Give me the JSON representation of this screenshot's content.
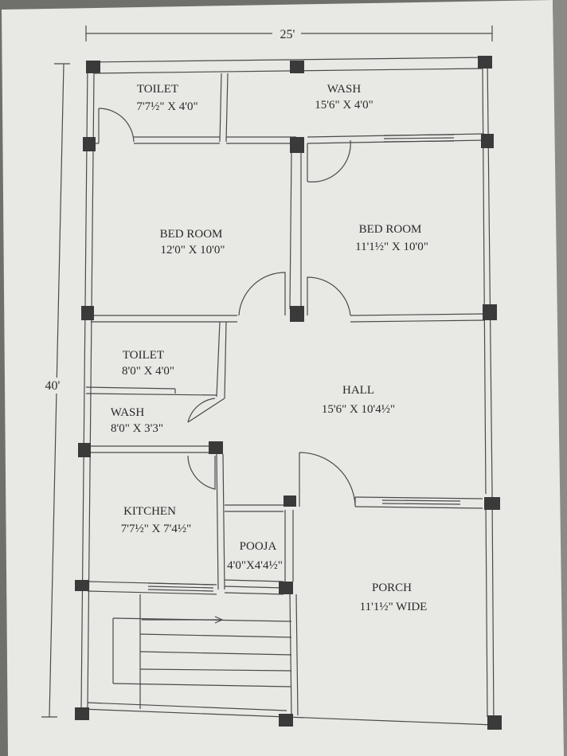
{
  "plan": {
    "overall_width": "25'",
    "overall_depth": "40'",
    "rooms": {
      "toilet_top": {
        "name": "TOILET",
        "size": "7'7½\" X 4'0\""
      },
      "wash_top": {
        "name": "WASH",
        "size": "15'6\" X 4'0\""
      },
      "bedroom_left": {
        "name": "BED ROOM",
        "size": "12'0\" X 10'0\""
      },
      "bedroom_right": {
        "name": "BED ROOM",
        "size": "11'1½\" X 10'0\""
      },
      "toilet_mid": {
        "name": "TOILET",
        "size": "8'0\" X 4'0\""
      },
      "wash_mid": {
        "name": "WASH",
        "size": "8'0\" X 3'3\""
      },
      "hall": {
        "name": "HALL",
        "size": "15'6\" X 10'4½\""
      },
      "kitchen": {
        "name": "KITCHEN",
        "size": "7'7½\" X 7'4½\""
      },
      "pooja": {
        "name": "POOJA",
        "size": "4'0\"X4'4½\""
      },
      "porch": {
        "name": "PORCH",
        "size": "11'1½\" WIDE"
      }
    }
  },
  "colors": {
    "paper": "#e9e9e6",
    "line": "#4a4a4a",
    "column": "#3a3a3a",
    "background": "#6f6f6b"
  }
}
